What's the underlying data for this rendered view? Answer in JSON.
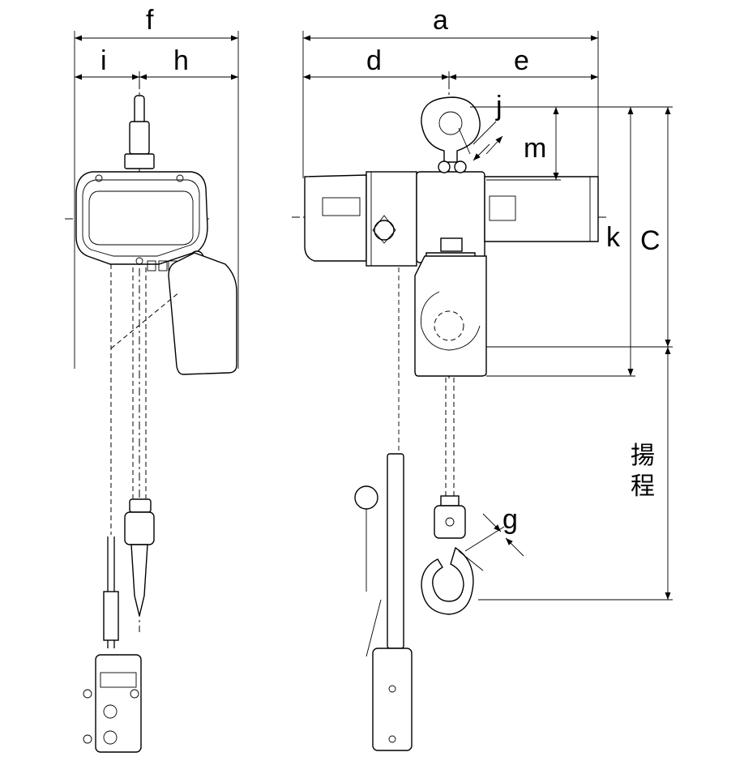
{
  "labels": {
    "f": "f",
    "i": "i",
    "h": "h",
    "a": "a",
    "d": "d",
    "e": "e",
    "j": "j",
    "m": "m",
    "k": "k",
    "C": "C",
    "g": "g",
    "lift_1": "揚",
    "lift_2": "程"
  }
}
